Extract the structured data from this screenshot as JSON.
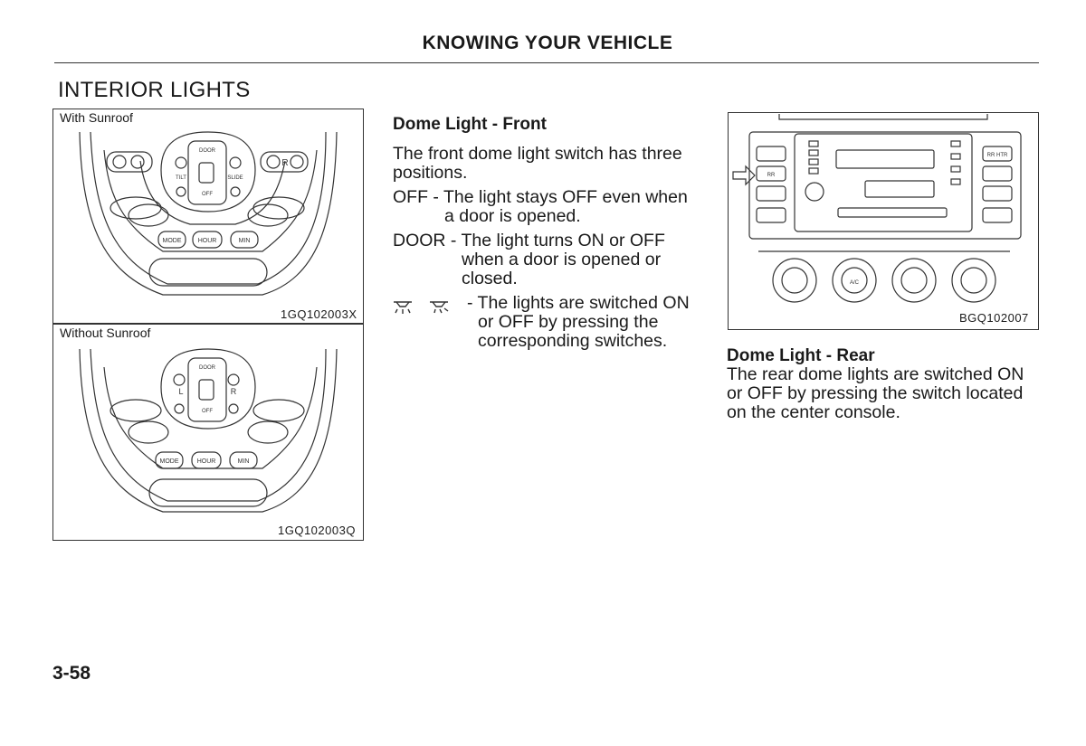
{
  "header": {
    "title": "KNOWING YOUR VEHICLE"
  },
  "section": {
    "title": "INTERIOR LIGHTS"
  },
  "figure_left": {
    "panel_top": {
      "label": "With Sunroof",
      "code": "1GQ102003X",
      "switch_labels": {
        "door": "DOOR",
        "tilt": "TILT",
        "slide": "SLIDE",
        "off": "OFF",
        "right": "R"
      },
      "buttons": [
        "MODE",
        "HOUR",
        "MIN"
      ]
    },
    "panel_bottom": {
      "label": "Without Sunroof",
      "code": "1GQ102003Q",
      "switch_labels": {
        "door": "DOOR",
        "left": "L",
        "right": "R",
        "off": "OFF"
      },
      "buttons": [
        "MODE",
        "HOUR",
        "MIN"
      ]
    }
  },
  "dome_front": {
    "heading": "Dome Light - Front",
    "intro": [
      "The front dome light switch has three",
      "positions."
    ],
    "off": [
      "OFF - The light stays OFF even when",
      "a door is opened."
    ],
    "door": [
      "DOOR - The light turns ON or OFF",
      "when a door is opened or",
      "closed."
    ],
    "lights": [
      "- The lights are switched ON",
      "or OFF by pressing the",
      "corresponding switches."
    ]
  },
  "figure_right": {
    "code": "BGQ102007",
    "labels": {
      "rr_htr": "RR HTR",
      "rr": "RR",
      "auto": "A/C"
    }
  },
  "dome_rear": {
    "heading": "Dome Light - Rear",
    "lines": [
      "The rear dome lights are switched ON",
      "or OFF by pressing the switch located",
      "on the center console."
    ]
  },
  "page": {
    "number": "3-58"
  }
}
